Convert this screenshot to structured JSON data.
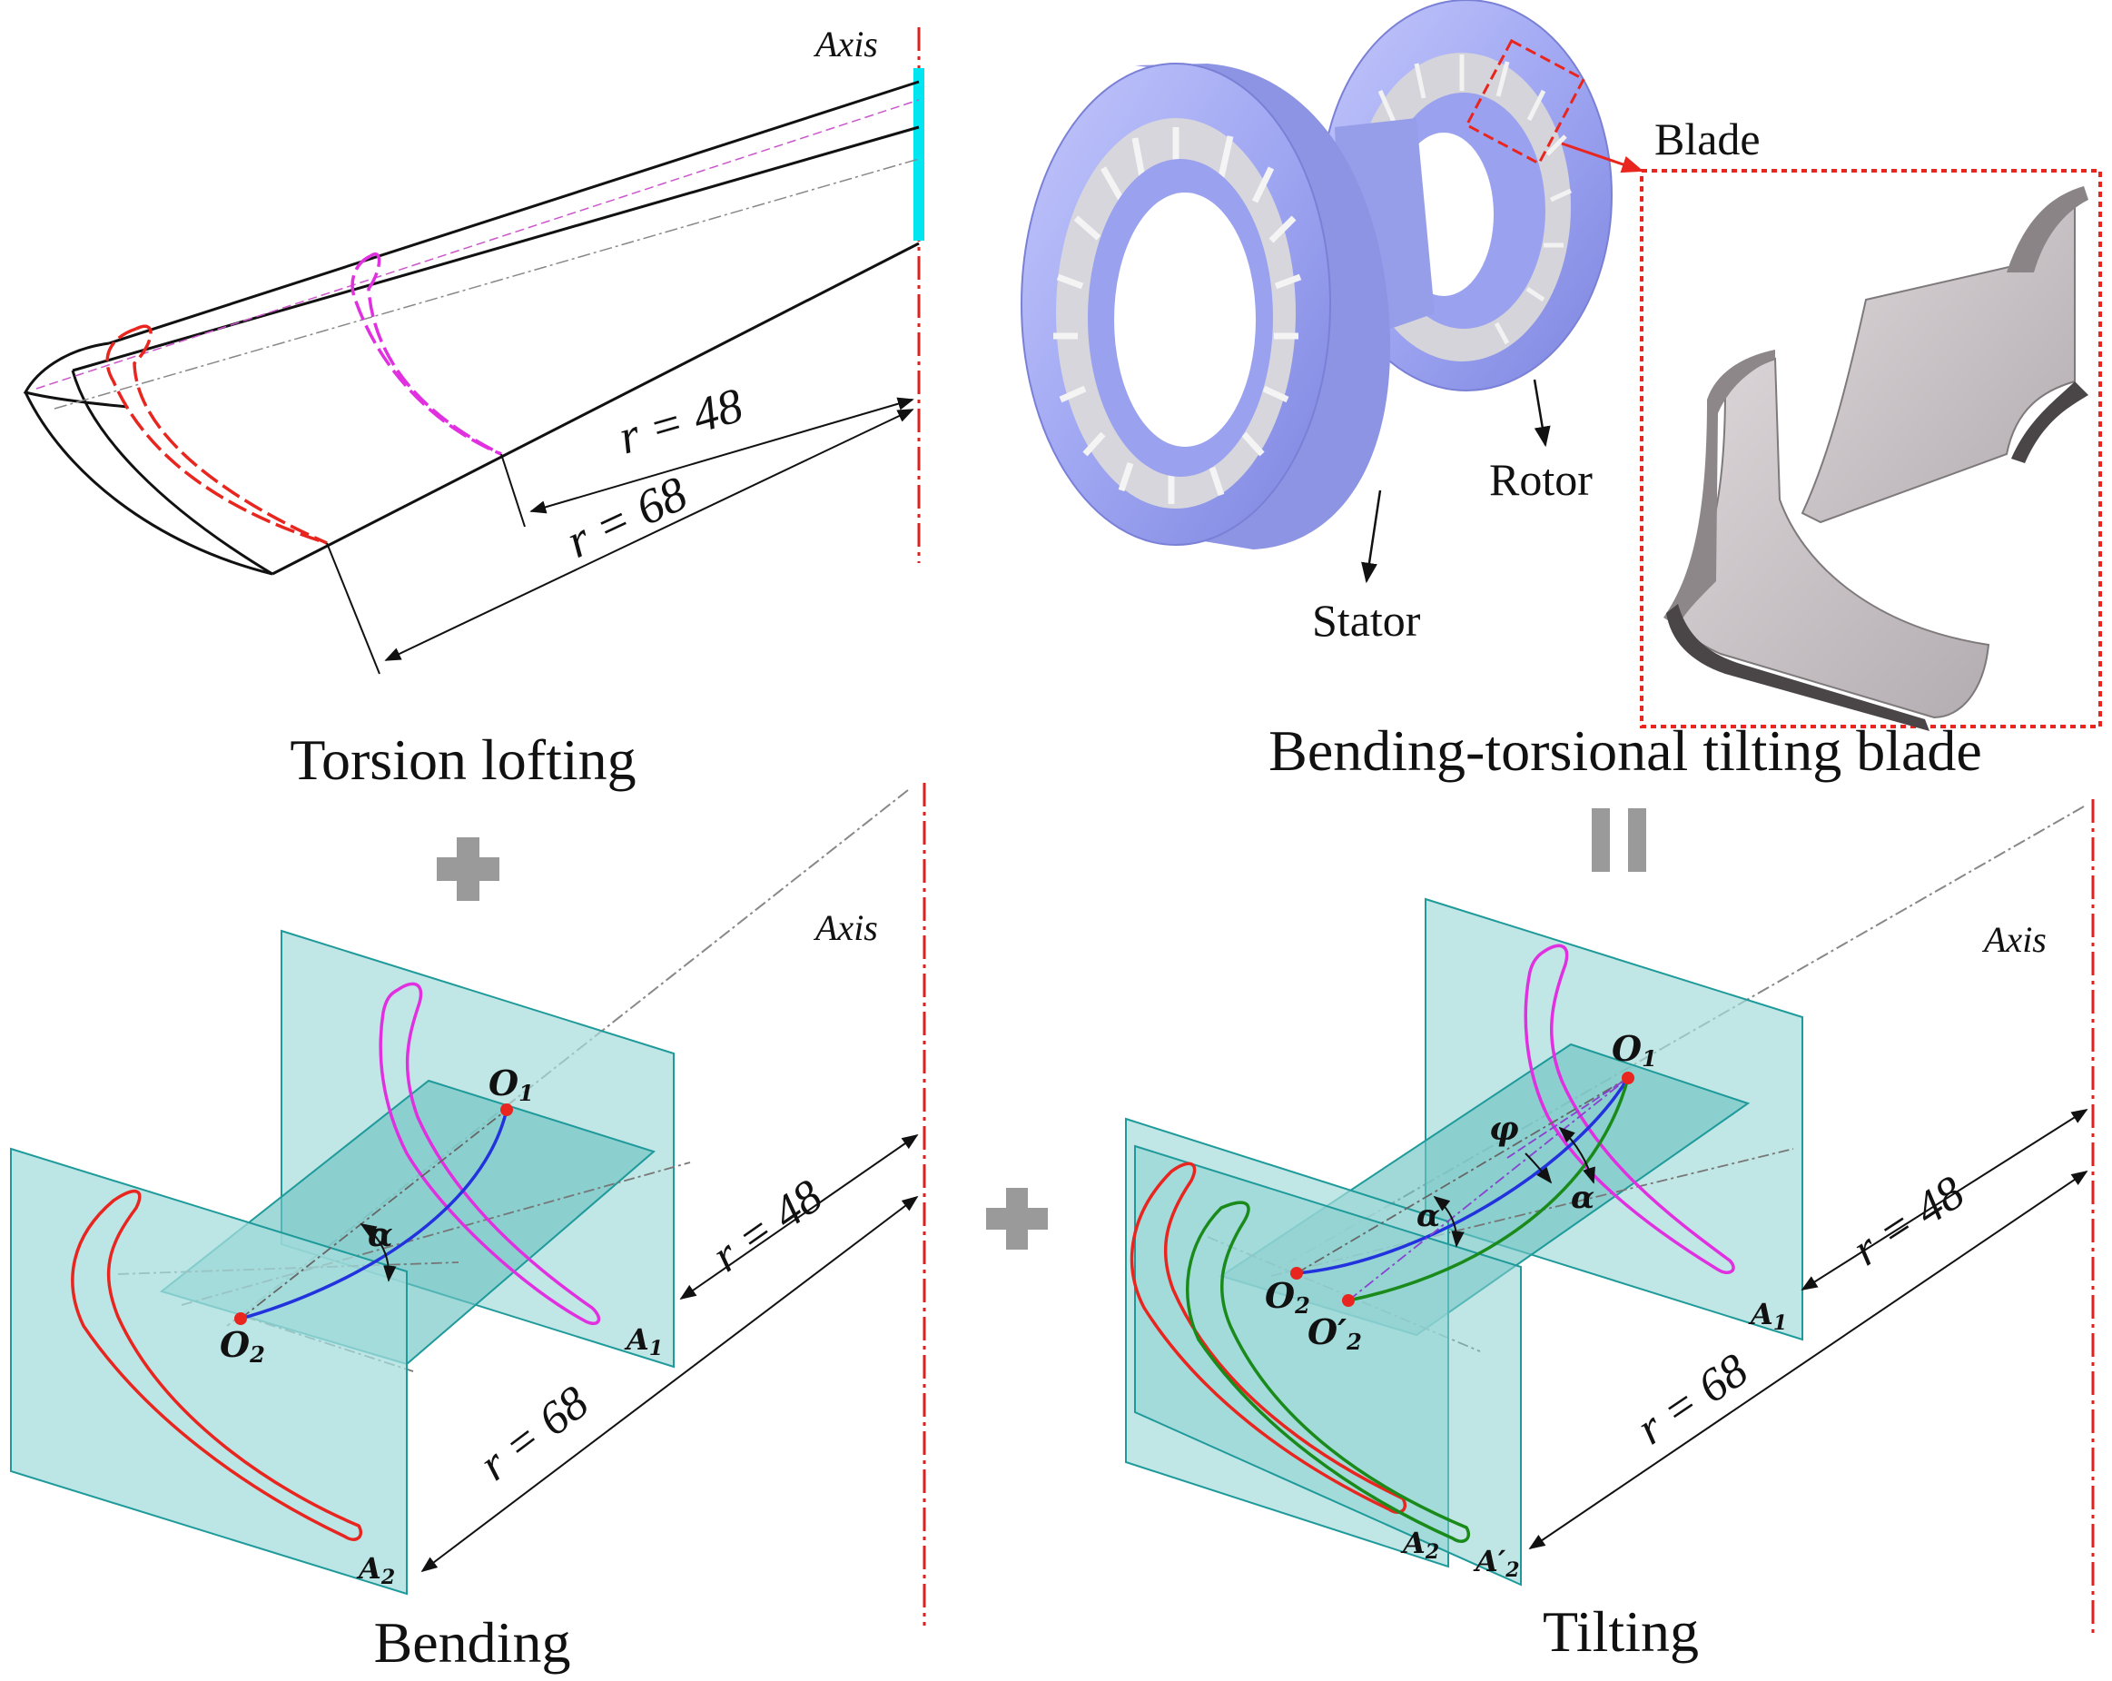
{
  "panels": {
    "torsion": {
      "caption": "Torsion lofting",
      "axis_label": "Axis",
      "dim_inner": "r = 48",
      "dim_outer": "r = 68"
    },
    "assembly": {
      "caption": "Bending-torsional tilting blade",
      "blade_label": "Blade",
      "rotor_label": "Rotor",
      "stator_label": "Stator"
    },
    "bending": {
      "caption": "Bending",
      "axis_label": "Axis",
      "dim_inner": "r = 48",
      "dim_outer": "r = 68",
      "point_o1": "O",
      "point_o1_sub": "1",
      "point_o2": "O",
      "point_o2_sub": "2",
      "angle": "α",
      "plane_a1": "A",
      "plane_a1_sub": "1",
      "plane_a2": "A",
      "plane_a2_sub": "2"
    },
    "tilting": {
      "caption": "Tilting",
      "axis_label": "Axis",
      "dim_inner": "r = 48",
      "dim_outer": "r = 68",
      "point_o1": "O",
      "point_o1_sub": "1",
      "point_o2": "O",
      "point_o2_sub": "2",
      "point_o2p": "O′",
      "point_o2p_sub": "2",
      "angle_alpha": "α",
      "angle_alpha_2": "α",
      "angle_phi": "φ",
      "plane_a1": "A",
      "plane_a1_sub": "1",
      "plane_a2": "A",
      "plane_a2_sub": "2",
      "plane_a2p": "A′",
      "plane_a2p_sub": "2"
    }
  },
  "operators": {
    "plus_top": "plus-sign",
    "plus_middle": "plus-sign",
    "equals": "equals-sign"
  },
  "colors": {
    "plane_fill": "#a6dcdc",
    "plane_stroke": "#1f9a9a",
    "axis_line": "#e0201e",
    "hub_cyan": "#00e5f0",
    "profile_red": "#e8251e",
    "profile_magenta": "#e030e0",
    "profile_green": "#1a8a1a",
    "curve_blue": "#2233dd",
    "ring_blue": "#a3a9f5",
    "blade_gray": "#c9c3c6",
    "operator_gray": "#9a9a9a"
  }
}
